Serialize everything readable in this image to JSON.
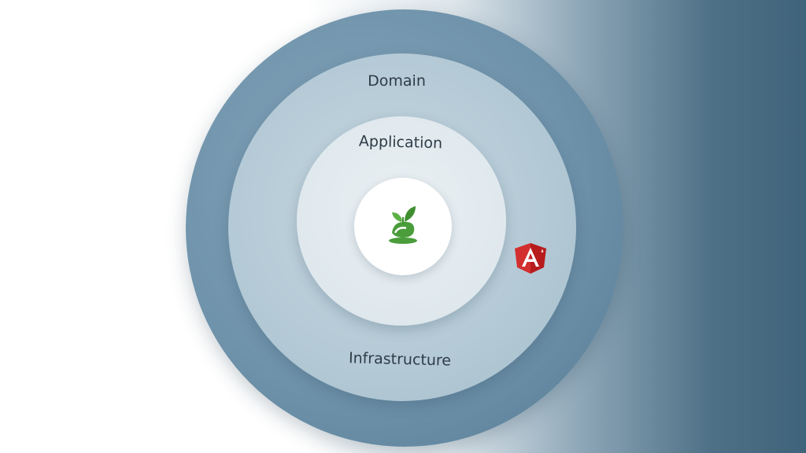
{
  "diagram": {
    "title": "",
    "layers": [
      {
        "name": "Domain",
        "role": "outer-ring"
      },
      {
        "name": "Application",
        "role": "middle-ring"
      },
      {
        "name": "Infrastructure",
        "role": "lower-label"
      }
    ],
    "icons": {
      "center": "green-leaf-logo-icon",
      "side": "angular-shield-icon"
    },
    "colors": {
      "outer_ring": "#6f93ab",
      "middle_ring": "#b3c9d5",
      "inner_ring": "#e4ecf0",
      "core": "#ffffff",
      "leaf_green": "#4a9d3a",
      "angular_red": "#d32f2f",
      "text": "#2e3c47"
    }
  }
}
